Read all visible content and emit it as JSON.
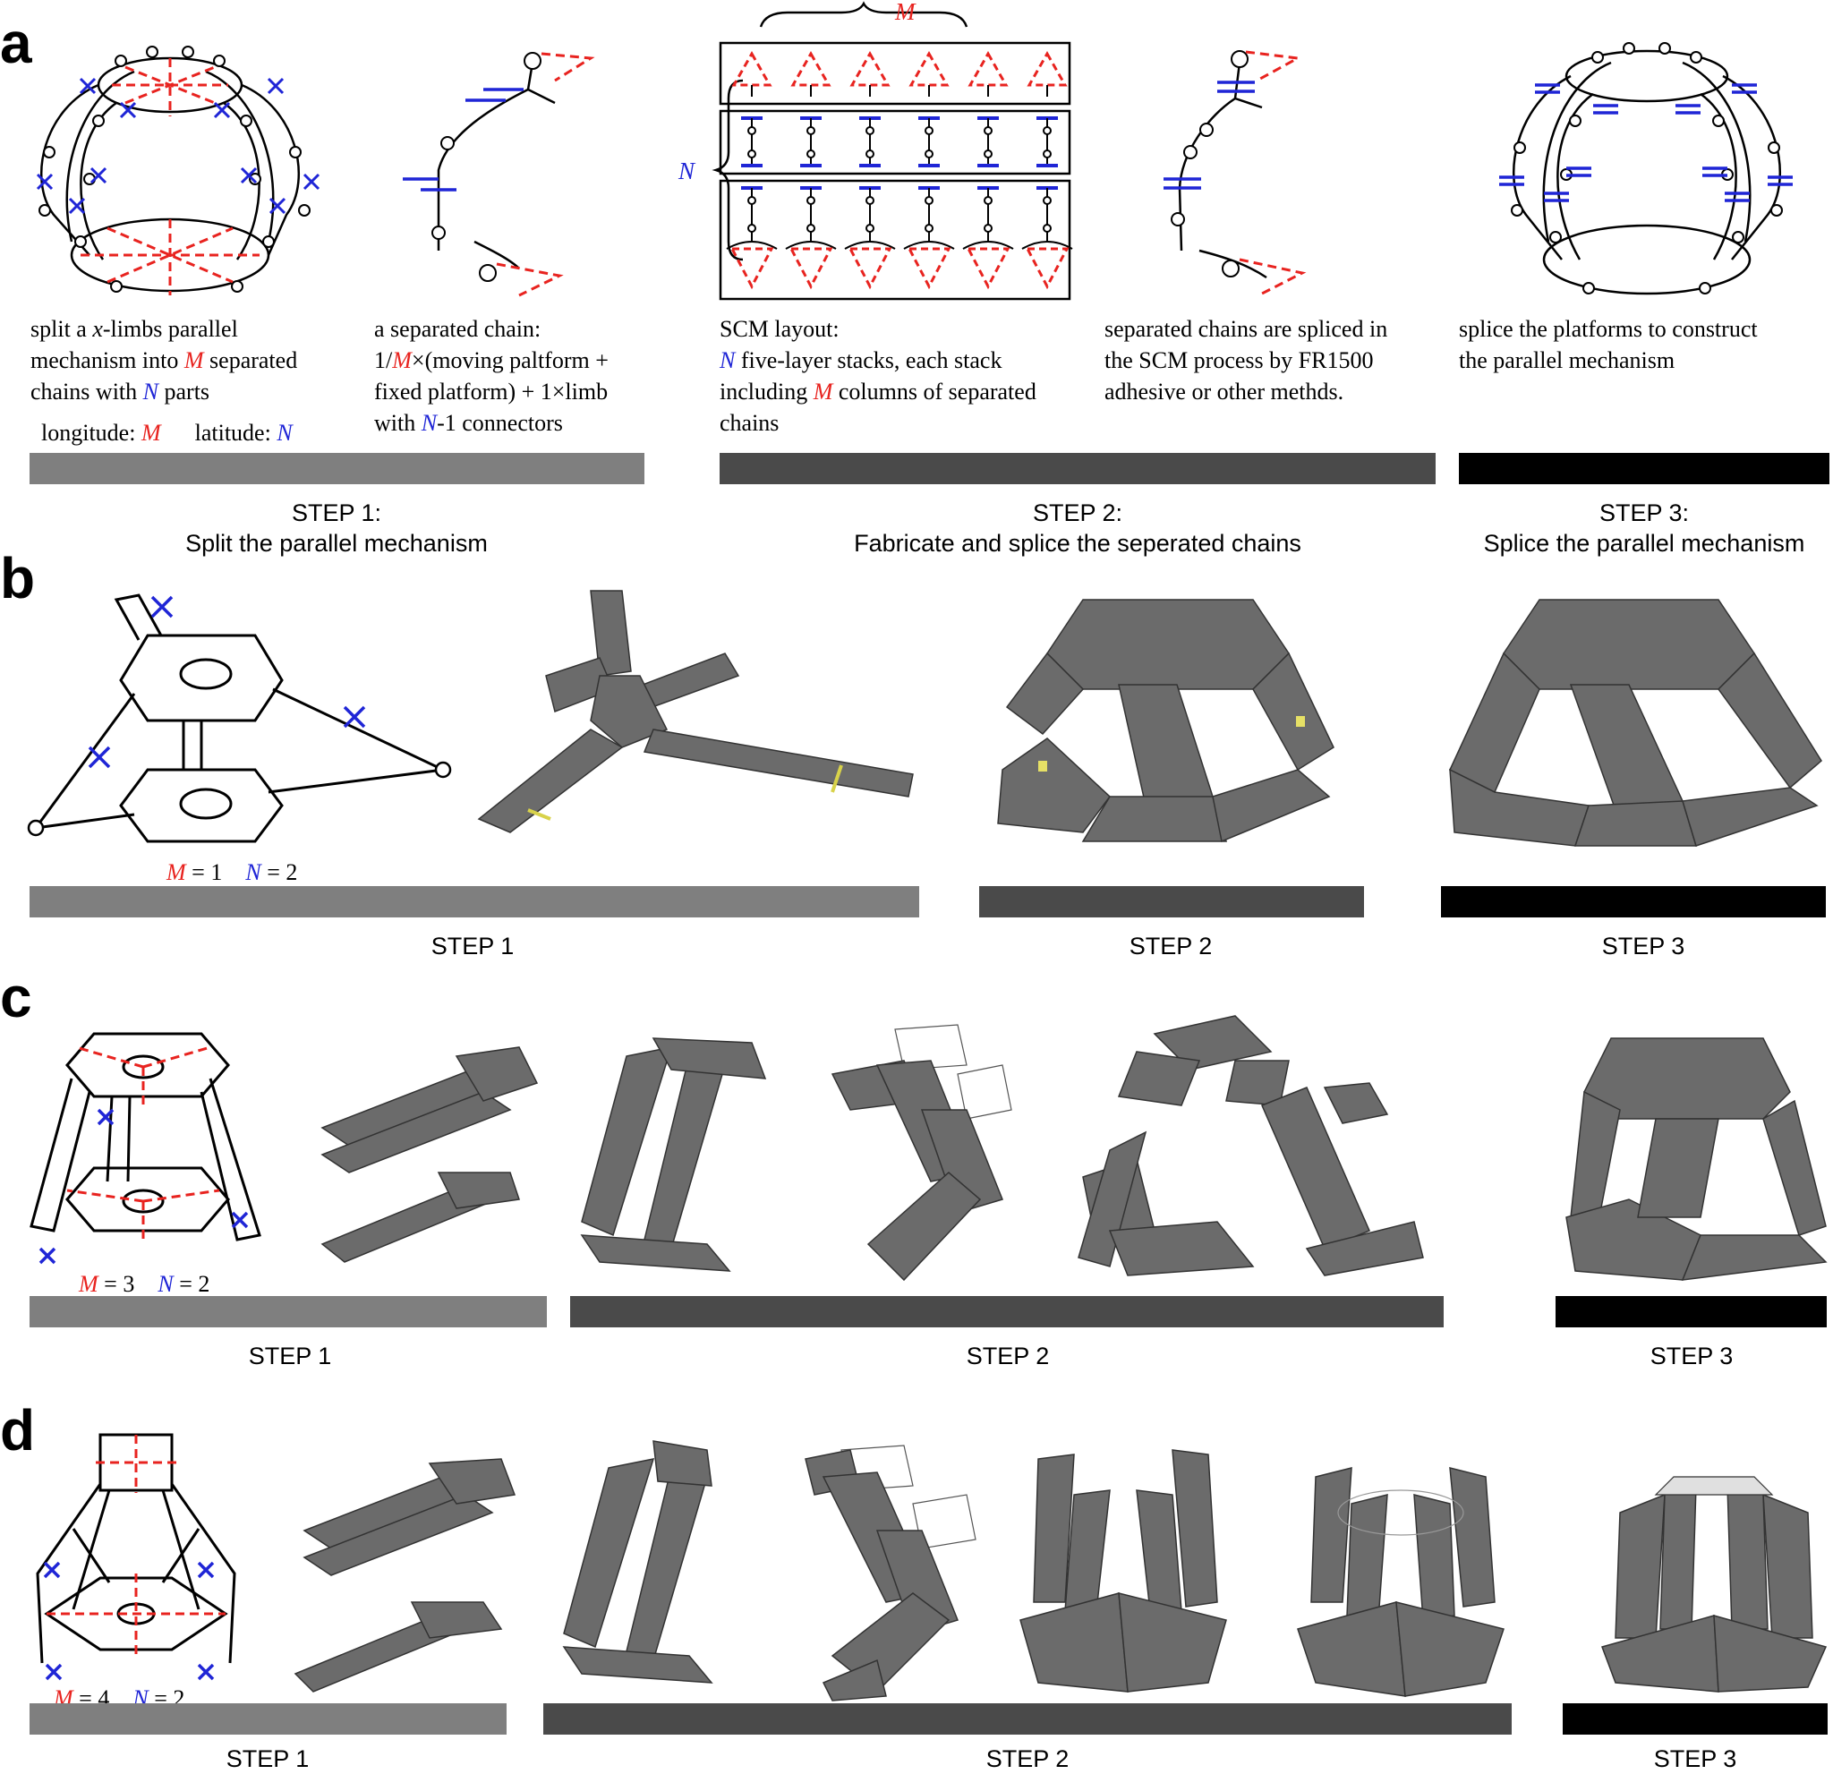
{
  "colors": {
    "step1_bar": "#7f7f7f",
    "step2_bar": "#4a4a4a",
    "step3_bar": "#000000",
    "longitude_red": "#e8231f",
    "latitude_blue": "#1f25d6",
    "part_gray": "#6b6b6b"
  },
  "panels": {
    "a": {
      "letter": "a",
      "caption1": {
        "l1": "split a ",
        "l1_x": "x",
        "l1_b": "-limbs parallel",
        "l2_a": "mechanism into ",
        "l2_M": "M",
        "l2_b": " separated",
        "l3_a": "chains with ",
        "l3_N": "N",
        "l3_b": " parts",
        "lon_label": "longitude: ",
        "lon_M": "M",
        "lat_label": "latitude: ",
        "lat_N": "N"
      },
      "caption2": {
        "l1": "a separated chain:",
        "l2_a": "1/",
        "l2_M": "M",
        "l2_b": "×(moving paltform +",
        "l3": "fixed platform) + 1×limb",
        "l4_a": "with ",
        "l4_N": "N",
        "l4_b": "-1 connectors"
      },
      "caption3": {
        "l1": "SCM layout:",
        "l2_N": "N",
        "l2_b": " five-layer stacks, each stack",
        "l3_a": "including ",
        "l3_M": "M",
        "l3_b": " columns of separated",
        "l4": "chains"
      },
      "caption4": {
        "l1": "separated chains are spliced in",
        "l2": "the SCM process by FR1500",
        "l3": "adhesive or other methds."
      },
      "caption5": {
        "l1": "splice the platforms to construct",
        "l2": "the parallel mechanism"
      },
      "brace_M": "M",
      "brace_N": "N",
      "steps": [
        {
          "title": "STEP 1:",
          "subtitle": "Split the parallel mechanism"
        },
        {
          "title": "STEP 2:",
          "subtitle": "Fabricate and splice the seperated chains"
        },
        {
          "title": "STEP 3:",
          "subtitle": "Splice the parallel mechanism"
        }
      ]
    },
    "b": {
      "letter": "b",
      "M_label": "M",
      "M_value": " = 1",
      "N_label": "N",
      "N_value": " = 2",
      "steps": [
        "STEP 1",
        "STEP 2",
        "STEP 3"
      ]
    },
    "c": {
      "letter": "c",
      "M_label": "M",
      "M_value": " = 3",
      "N_label": "N",
      "N_value": " = 2",
      "steps": [
        "STEP 1",
        "STEP 2",
        "STEP 3"
      ]
    },
    "d": {
      "letter": "d",
      "M_label": "M",
      "M_value": " = 4",
      "N_label": "N",
      "N_value": " = 2",
      "steps": [
        "STEP 1",
        "STEP 2",
        "STEP 3"
      ]
    }
  }
}
